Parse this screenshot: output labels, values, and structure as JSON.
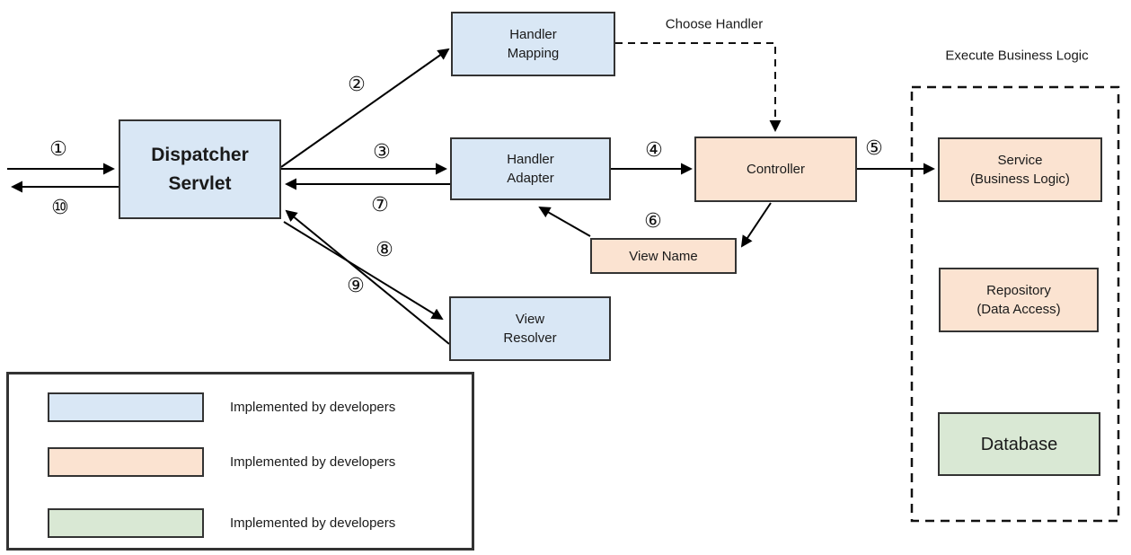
{
  "nodes": {
    "handler_mapping": {
      "label": "Handler\nMapping"
    },
    "dispatcher_servlet": {
      "label": "Dispatcher\nServlet"
    },
    "handler_adapter": {
      "label": "Handler\nAdapter"
    },
    "controller": {
      "label": "Controller"
    },
    "view_name": {
      "label": "View Name"
    },
    "view_resolver": {
      "label": "View\nResolver"
    },
    "service": {
      "label": "Service\n(Business Logic)"
    },
    "repository": {
      "label": "Repository\n(Data Access)"
    },
    "database": {
      "label": "Database"
    }
  },
  "annotations": {
    "choose_handler": "Choose Handler",
    "execute_business_logic": "Execute Business Logic"
  },
  "steps": [
    "①",
    "②",
    "③",
    "④",
    "⑤",
    "⑥",
    "⑦",
    "⑧",
    "⑨",
    "⑩"
  ],
  "legend": {
    "items": [
      {
        "swatch_color": "#d9e7f5",
        "label": "Implemented by developers"
      },
      {
        "swatch_color": "#fbe3d1",
        "label": "Implemented by developers"
      },
      {
        "swatch_color": "#d9e8d4",
        "label": "Implemented by developers"
      }
    ]
  },
  "colors": {
    "node_blue": "#d9e7f5",
    "node_peach": "#fbe3d1",
    "node_green": "#d9e8d4",
    "box_border": "#333333",
    "arrow": "#000000"
  }
}
